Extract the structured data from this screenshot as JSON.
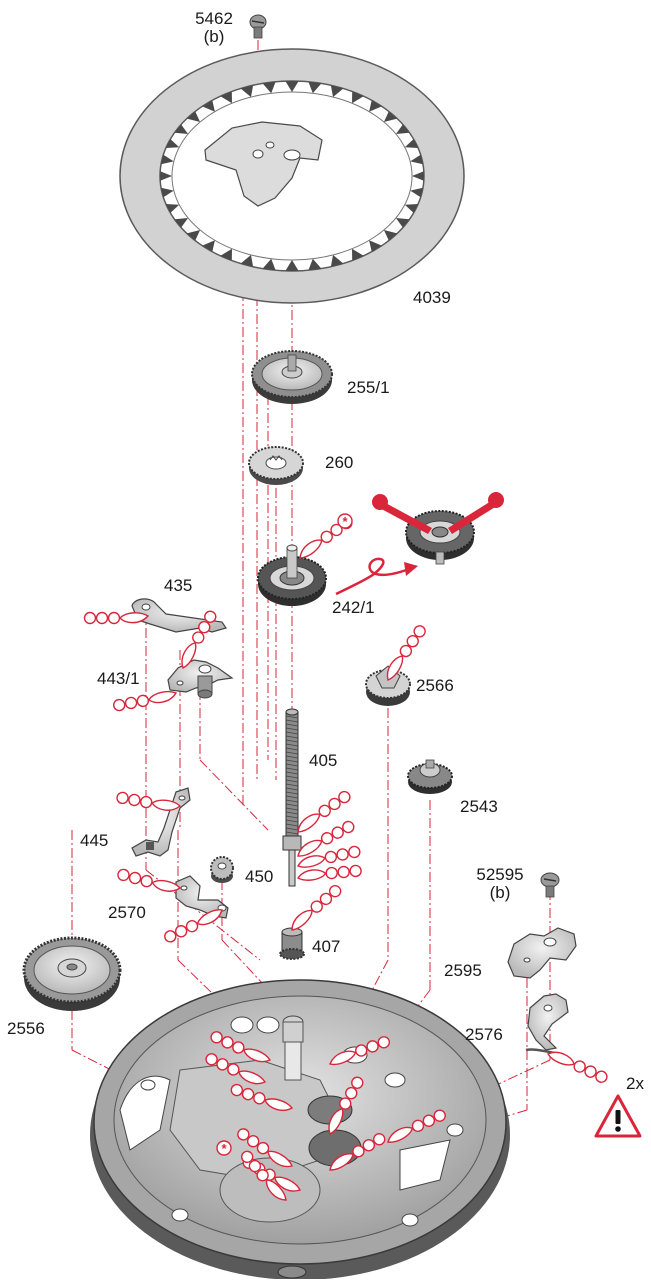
{
  "parts": {
    "screw_top": {
      "number": "5462",
      "sub": "(b)"
    },
    "dial_ring": "4039",
    "wheel_255": "255/1",
    "wheel_260": "260",
    "wheel_242": "242/1",
    "lever_435": "435",
    "lever_443": "443/1",
    "pinion_2566": "2566",
    "stem_405": "405",
    "wheel_2543": "2543",
    "lever_445": "445",
    "pinion_450": "450",
    "screw_right": {
      "number": "52595",
      "sub": "(b)"
    },
    "lever_2570": "2570",
    "pinion_407": "407",
    "bridge_2595": "2595",
    "wheel_2556": "2556",
    "spring_2576": "2576",
    "quantity_note": "2x"
  },
  "icons": {
    "warning": "warning-triangle-icon",
    "oil_marker": "oil-dots-icon",
    "greasing_marker": "asterisk-icon",
    "tool": "oiler-tool-icon",
    "rotation": "rotation-arrow-icon"
  },
  "colors": {
    "accent": "#d9263b",
    "metal_light": "#d6d6d6",
    "metal_mid": "#a7a7a7",
    "metal_dark": "#4a4a4a",
    "line": "#d9263b"
  }
}
